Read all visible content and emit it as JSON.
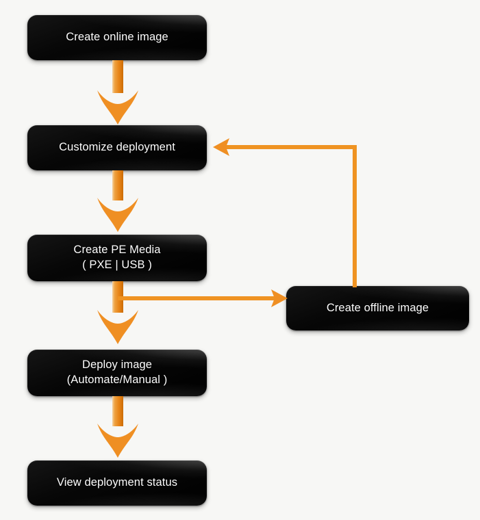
{
  "diagram": {
    "title": "Deployment workflow flowchart",
    "background_color": "#f7f7f5",
    "node_color": "#000000",
    "accent_color": "#ef9322",
    "text_color": "#ffffff",
    "nodes": [
      {
        "id": "create-online-image",
        "label": "Create online image"
      },
      {
        "id": "customize-deployment",
        "label": "Customize deployment"
      },
      {
        "id": "create-pe-media",
        "label": "Create PE Media\n( PXE | USB )"
      },
      {
        "id": "create-offline-image",
        "label": "Create offline image"
      },
      {
        "id": "deploy-image",
        "label": "Deploy image\n(Automate/Manual )"
      },
      {
        "id": "view-deployment-status",
        "label": "View deployment status"
      }
    ],
    "connectors": [
      {
        "id": "c1",
        "from": "create-online-image",
        "to": "customize-deployment",
        "style": "barbed-down"
      },
      {
        "id": "c2",
        "from": "customize-deployment",
        "to": "create-pe-media",
        "style": "barbed-down"
      },
      {
        "id": "c3",
        "from": "create-pe-media",
        "to": "create-offline-image",
        "style": "thin-right"
      },
      {
        "id": "c4",
        "from": "create-pe-media",
        "to": "deploy-image",
        "style": "barbed-down"
      },
      {
        "id": "c5",
        "from": "create-offline-image",
        "to": "customize-deployment",
        "style": "thin-elbow-left"
      },
      {
        "id": "c6",
        "from": "deploy-image",
        "to": "view-deployment-status",
        "style": "barbed-down"
      }
    ]
  }
}
